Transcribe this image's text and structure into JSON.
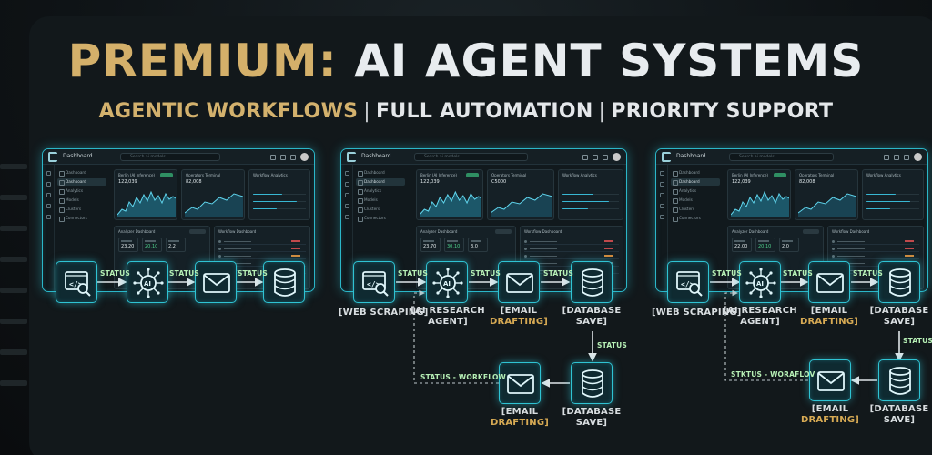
{
  "title": {
    "prefix": "PREMIUM:",
    "main": "AI AGENT SYSTEMS"
  },
  "subtitle": {
    "part1": "AGENTIC WORKFLOWS",
    "part2": "FULL AUTOMATION",
    "part3": "PRIORITY SUPPORT",
    "separator": "|"
  },
  "colors": {
    "gold": "#d4b06a",
    "cyan": "#2fc3d3",
    "status_green": "#b7f0b6"
  },
  "dashboards": [
    {
      "name": "Dashboard",
      "search": "Search ai models",
      "nav": [
        "Dashboard",
        "Dashboard",
        "Analytics",
        "Models",
        "Clusters",
        "Connectors"
      ],
      "card1": {
        "title": "Berlin (AI Inference)",
        "value": "122,039"
      },
      "card2": {
        "title": "Operators Terminal",
        "value": "82,008"
      },
      "card3": {
        "title": "Workflow Analytics"
      },
      "card4": {
        "title": "Analyzer Dashboard",
        "kpi": [
          "23.20",
          "20.10",
          "2.2"
        ]
      },
      "card5": {
        "title": "Workflow Dashboard"
      }
    },
    {
      "name": "Dashboard",
      "search": "Search ai models",
      "nav": [
        "Dashboard",
        "Dashboard",
        "Analytics",
        "Models",
        "Clusters",
        "Connectors"
      ],
      "card1": {
        "title": "Berlin (AI Inference)",
        "value": "122,039"
      },
      "card2": {
        "title": "Operators Terminal",
        "value": "C5000"
      },
      "card3": {
        "title": "Workflow Analytics"
      },
      "card4": {
        "title": "Analyzer Dashboard",
        "kpi": [
          "23.70",
          "30.10",
          "3.0"
        ]
      },
      "card5": {
        "title": "Workflow Dashboard"
      }
    },
    {
      "name": "Dashboard",
      "search": "Search ai models",
      "nav": [
        "Dashboard",
        "Dashboard",
        "Analytics",
        "Models",
        "Clusters",
        "Connectors"
      ],
      "card1": {
        "title": "Berlin (AI Inference)",
        "value": "122,039"
      },
      "card2": {
        "title": "Operators Terminal",
        "value": "82,008"
      },
      "card3": {
        "title": "Workflow Analytics"
      },
      "card4": {
        "title": "Analyzer Dashboard",
        "kpi": [
          "22.00",
          "20.10",
          "2.0"
        ]
      },
      "card5": {
        "title": "Workflow Dashboard"
      }
    }
  ],
  "flows": {
    "status": "STATUS",
    "panel2": {
      "web_scraping": "[WEB SCRAPING]",
      "ai_research_1": "[AI RESEARCH",
      "ai_research_2": "AGENT]",
      "email_1": "[EMAIL",
      "email_2": "DRAFTING]",
      "db_1": "[DATABASE",
      "db_2": "SAVE]",
      "loop_status": "STATUS - WORKFLOW"
    },
    "panel3": {
      "web_scraping": "[WEB SCRAPING]",
      "ai_research_1": "[AI RESEARCH",
      "ai_research_2": "AGENT]",
      "email_1": "[EMAIL",
      "email_2": "DRAFTING]",
      "db_1": "[DATABASE",
      "db_2": "SAVE]",
      "loop_status": "STKTUS - WORAFLOV"
    }
  }
}
